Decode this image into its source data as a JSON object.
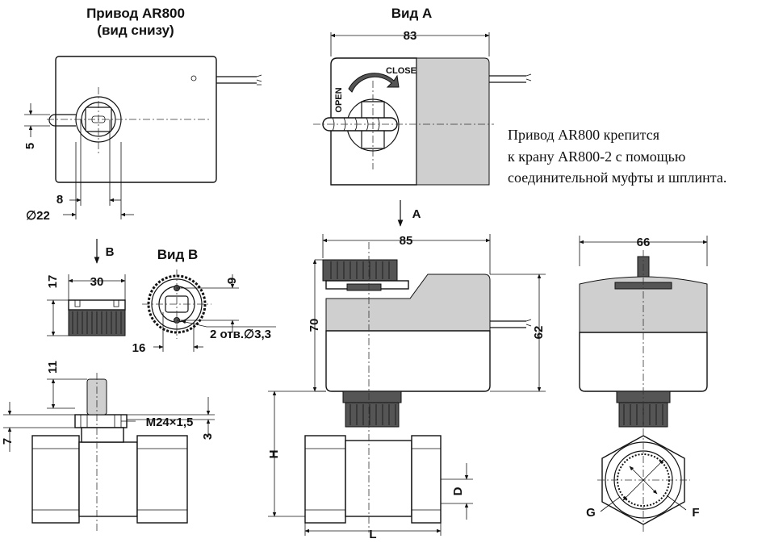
{
  "titles": {
    "actuator_line1": "Привод AR800",
    "actuator_line2": "(вид снизу)",
    "view_a": "Вид A",
    "view_b": "Вид B",
    "arrow_a": "A",
    "arrow_b": "B"
  },
  "note": {
    "line1": "Привод AR800 крепится",
    "line2": "к крану AR800-2 с помощью",
    "line3": "соединительной муфты и шплинта."
  },
  "labels": {
    "open": "OPEN",
    "close": "CLOSE"
  },
  "dimensions": {
    "d5": "5",
    "d8": "8",
    "d22": "∅22",
    "d83": "83",
    "d85": "85",
    "d66": "66",
    "d70": "70",
    "d62": "62",
    "d17": "17",
    "d30": "30",
    "d9": "9",
    "d16": "16",
    "holes": "2 отв.∅3,3",
    "d11": "11",
    "d7": "7",
    "d3": "3",
    "thread": "M24×1,5",
    "H": "H",
    "L": "L",
    "D": "D",
    "G": "G",
    "F": "F"
  }
}
